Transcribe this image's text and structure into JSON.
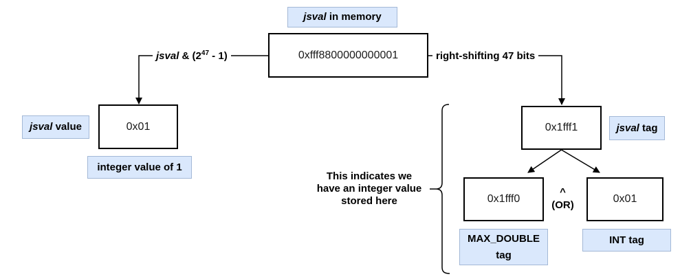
{
  "labels": {
    "title": {
      "italic": "jsval",
      "rest": " in memory"
    },
    "value_label": {
      "italic": "jsval",
      "rest": " value"
    },
    "tag_label": {
      "italic": "jsval",
      "rest": " tag"
    },
    "integer_value": "integer value of 1",
    "max_double": {
      "line1": "MAX_DOUBLE",
      "line2": "tag"
    },
    "int_tag": "INT tag"
  },
  "boxes": {
    "memory": "0xfff8800000000001",
    "value": "0x01",
    "tag": "0x1fff1",
    "max_double": "0x1fff0",
    "int": "0x01"
  },
  "connectors": {
    "left": {
      "italic": "jsval",
      "mid": " & (2",
      "superscript": "47",
      "tail": " - 1)"
    },
    "right": "right-shifting 47 bits"
  },
  "annotations": {
    "xor_caret": "^",
    "xor_or": "(OR)",
    "indicator": {
      "line1": "This indicates we",
      "line2": "have an integer value",
      "line3": "stored here"
    }
  },
  "colors": {
    "label_fill": "#dae8fc",
    "label_border": "#a3b8d6",
    "box_border": "#000000",
    "line": "#000000",
    "background": "#ffffff"
  }
}
